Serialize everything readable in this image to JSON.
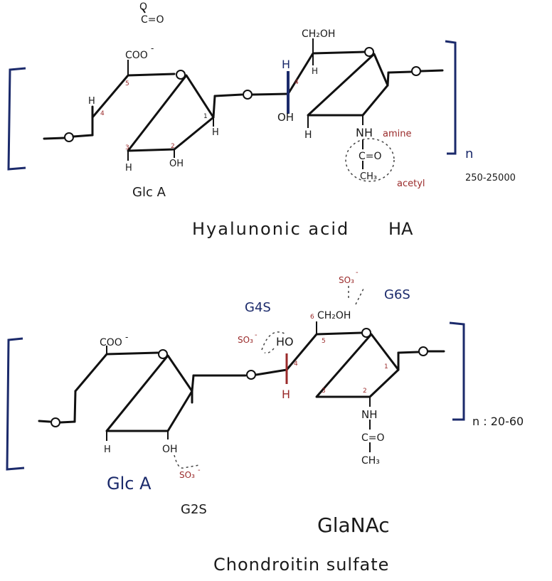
{
  "ha": {
    "carboxylate_top": "C=O",
    "carboxylate_minus": "O",
    "coo": "COO",
    "coo_charge": "-",
    "c5": "5",
    "c4": "4",
    "c3": "3",
    "c2": "2",
    "c1": "1",
    "h_c4": "H",
    "h_c3": "H",
    "oh_c2": "OH",
    "h_c1": "H",
    "ch2oh": "CH₂OH",
    "h_top": "H",
    "h_c3b": "H",
    "glcnac_c4": "4",
    "oh_left": "OH",
    "h_bottom": "H",
    "nh": "NH",
    "amine": "amine",
    "co": "C=O",
    "ch3": "CH₃",
    "acetyl": "acetyl",
    "n": "n",
    "n_range": "250-25000",
    "label_glca": "Glc A",
    "title": "Hyalunonic acid",
    "abbr": "HA"
  },
  "cs": {
    "coo": "COO",
    "coo_charge": "-",
    "h_c3": "H",
    "oh_c2": "OH",
    "so3_c2": "SO₃",
    "so3_c2_charge": "-",
    "g2s": "G2S",
    "label_glca": "Glc A",
    "g4s": "G4S",
    "so3_c4": "SO₃",
    "so3_c4_charge": "-",
    "ho": "HO",
    "h_c4": "H",
    "c4": "4",
    "c3": "3",
    "c2": "2",
    "c1": "1",
    "c5": "5",
    "c6": "6",
    "ch2oh": "CH₂OH",
    "so3_c6": "SO₃",
    "so3_c6_charge": "-",
    "g6s": "G6S",
    "nh": "NH",
    "co": "C=O",
    "ch3": "CH₃",
    "n_range": "n : 20-60",
    "label_galnac": "GlaNAc",
    "title": "Chondroitin sulfate"
  }
}
